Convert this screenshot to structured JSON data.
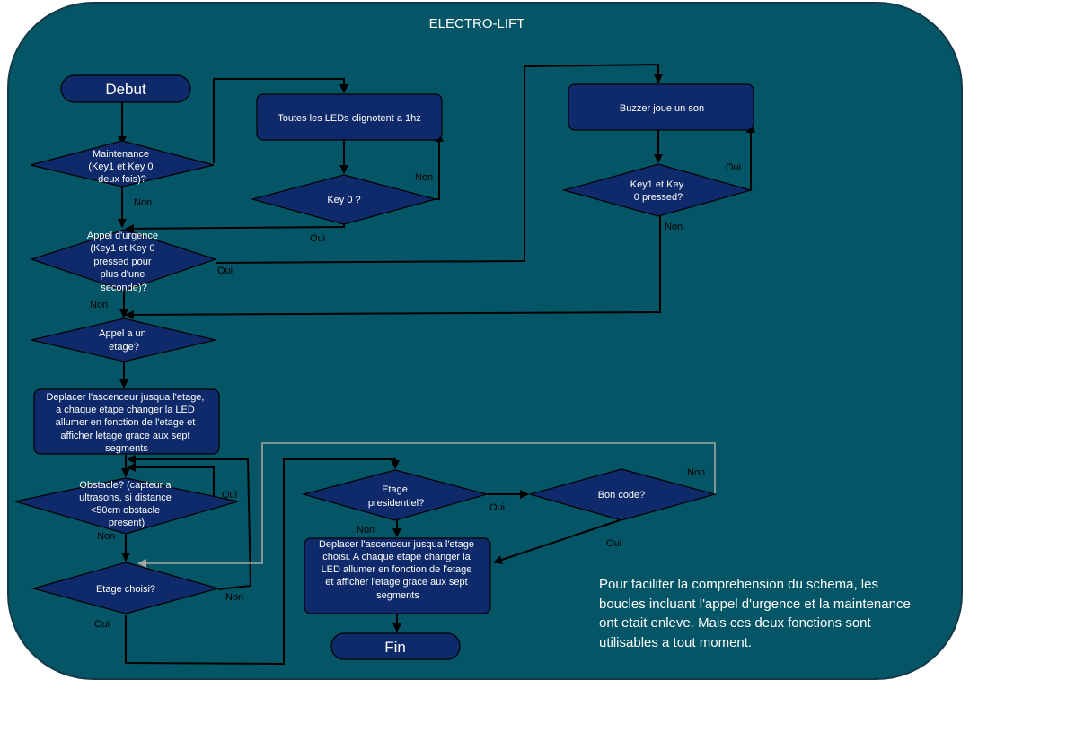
{
  "diagram": {
    "title": "ELECTRO-LIFT",
    "colors": {
      "background": "#045566",
      "shape_fill": "#0f2a6a",
      "line": "#000000",
      "grey_line": "#a6a6a6"
    },
    "nodes": {
      "start": "Debut",
      "maintenance": [
        "Maintenance",
        "(Key1 et Key 0",
        "deux fois)?"
      ],
      "leds_blink": "Toutes les LEDs clignotent a 1hz",
      "key0": "Key 0 ?",
      "buzzer": "Buzzer joue un son",
      "key1_key0": [
        "Key1 et Key",
        "0 pressed?"
      ],
      "emergency": [
        "Appel d'urgence",
        "(Key1 et Key 0",
        "pressed pour",
        "plus d'une",
        "seconde)?"
      ],
      "floor_call": [
        "Appel a un",
        "etage?"
      ],
      "move_step": [
        "Deplacer l'ascenceur jusqua l'etage,",
        "a chaque etape changer la LED",
        "allumer en  fonction de l'etage et",
        "afficher letage grace aux sept",
        "segments"
      ],
      "obstacle": [
        "Obstacle? (capteur a",
        "ultrasons, si distance",
        "<50cm obstacle",
        "present)"
      ],
      "floor_chosen": "Etage choisi?",
      "presidential": [
        "Etage",
        "presidentiel?"
      ],
      "good_code": "Bon code?",
      "move_chosen": [
        "Deplacer l'ascenceur jusqua l'etage",
        "choisi. A chaque etape changer la",
        "LED allumer en  fonction de l'etage",
        "et afficher l'etage grace aux sept",
        "segments"
      ],
      "end": "Fin"
    },
    "edge_labels": {
      "maintenance_no": "Non",
      "key0_no": "Non",
      "key0_yes": "Oui",
      "key1key0_yes": "Oui",
      "key1key0_no": "Non",
      "emergency_yes": "Oui",
      "emergency_no": "Non",
      "obstacle_yes": "Oui",
      "obstacle_no": "Non",
      "floor_chosen_no": "Non",
      "floor_chosen_yes": "Oui",
      "presidential_yes": "Oui",
      "presidential_no": "Non",
      "good_code_no": "Non",
      "good_code_yes": "Oui"
    },
    "note": [
      "Pour faciliter la comprehension du schema, les",
      "boucles incluant l'appel d'urgence et la maintenance",
      "ont etait enleve. Mais ces deux fonctions sont",
      "utilisables a tout moment."
    ]
  }
}
